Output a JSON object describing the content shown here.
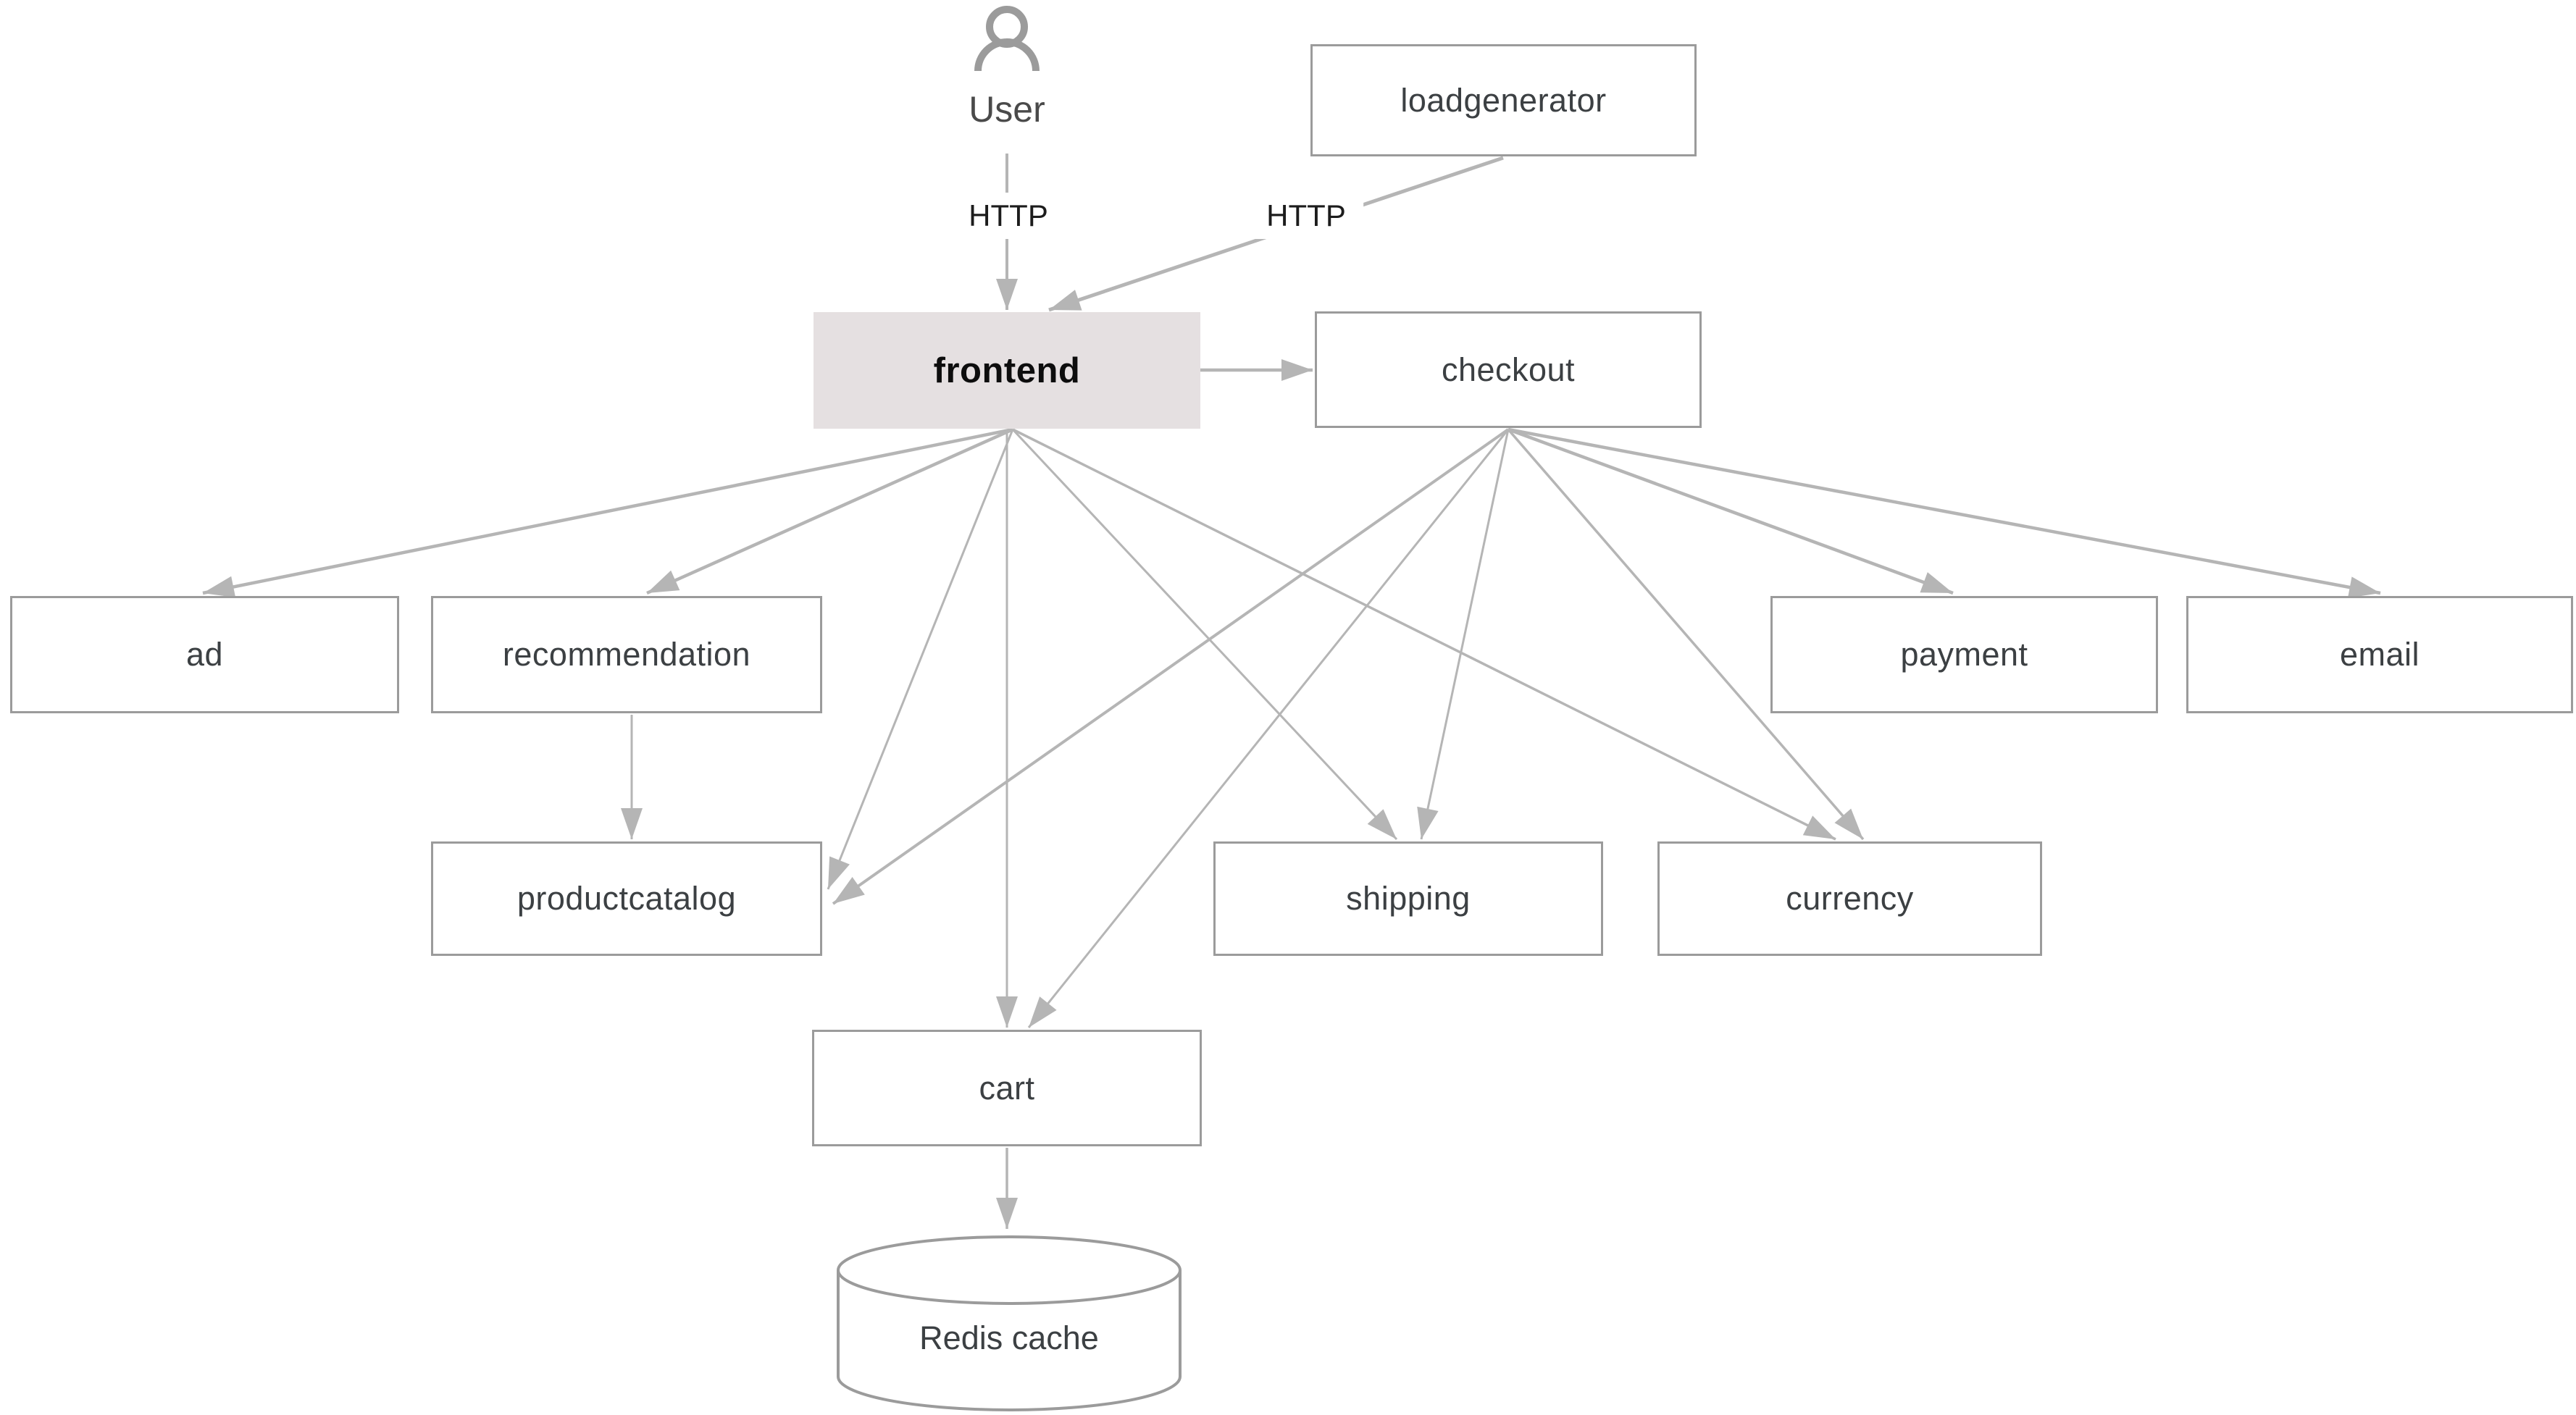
{
  "diagram": {
    "user": {
      "label": "User"
    },
    "edge_labels": {
      "user_http": "HTTP",
      "loadgen_http": "HTTP"
    },
    "nodes": [
      {
        "id": "loadgenerator",
        "label": "loadgenerator",
        "kind": "service"
      },
      {
        "id": "frontend",
        "label": "frontend",
        "kind": "service-highlight"
      },
      {
        "id": "checkout",
        "label": "checkout",
        "kind": "service"
      },
      {
        "id": "ad",
        "label": "ad",
        "kind": "service"
      },
      {
        "id": "recommendation",
        "label": "recommendation",
        "kind": "service"
      },
      {
        "id": "payment",
        "label": "payment",
        "kind": "service"
      },
      {
        "id": "email",
        "label": "email",
        "kind": "service"
      },
      {
        "id": "productcatalog",
        "label": "productcatalog",
        "kind": "service"
      },
      {
        "id": "shipping",
        "label": "shipping",
        "kind": "service"
      },
      {
        "id": "currency",
        "label": "currency",
        "kind": "service"
      },
      {
        "id": "cart",
        "label": "cart",
        "kind": "service"
      },
      {
        "id": "redis",
        "label": "Redis cache",
        "kind": "database"
      }
    ],
    "edges": [
      {
        "from": "user",
        "to": "frontend",
        "label": "HTTP"
      },
      {
        "from": "loadgenerator",
        "to": "frontend",
        "label": "HTTP"
      },
      {
        "from": "frontend",
        "to": "checkout"
      },
      {
        "from": "frontend",
        "to": "ad"
      },
      {
        "from": "frontend",
        "to": "recommendation"
      },
      {
        "from": "frontend",
        "to": "productcatalog"
      },
      {
        "from": "frontend",
        "to": "cart"
      },
      {
        "from": "frontend",
        "to": "shipping"
      },
      {
        "from": "frontend",
        "to": "currency"
      },
      {
        "from": "checkout",
        "to": "productcatalog"
      },
      {
        "from": "checkout",
        "to": "cart"
      },
      {
        "from": "checkout",
        "to": "shipping"
      },
      {
        "from": "checkout",
        "to": "currency"
      },
      {
        "from": "checkout",
        "to": "payment"
      },
      {
        "from": "checkout",
        "to": "email"
      },
      {
        "from": "recommendation",
        "to": "productcatalog"
      },
      {
        "from": "cart",
        "to": "redis"
      }
    ],
    "colors": {
      "line": "#b5b5b5",
      "node_border": "#9b9b9b",
      "node_text": "#3c4043",
      "highlight_fill": "#e5e0e1",
      "highlight_text": "#0d0d0d",
      "user_icon": "#9b9b9b"
    }
  }
}
